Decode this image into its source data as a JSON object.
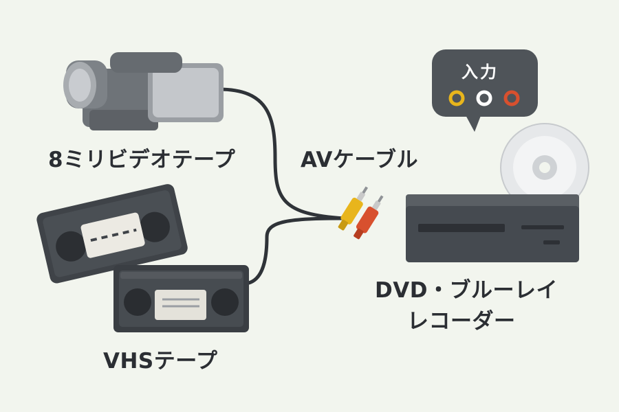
{
  "labels": {
    "camcorder": "8ミリビデオテープ",
    "vhs": "VHSテープ",
    "cable": "AVケーブル",
    "recorder_line1": "DVD・ブルーレイ",
    "recorder_line2": "レコーダー",
    "input": "入力"
  },
  "colors": {
    "background": "#f2f5ee",
    "device_dark": "#454a50",
    "plug_yellow": "#e8b51c",
    "plug_red": "#d8502e",
    "jack_white": "#ffffff"
  }
}
